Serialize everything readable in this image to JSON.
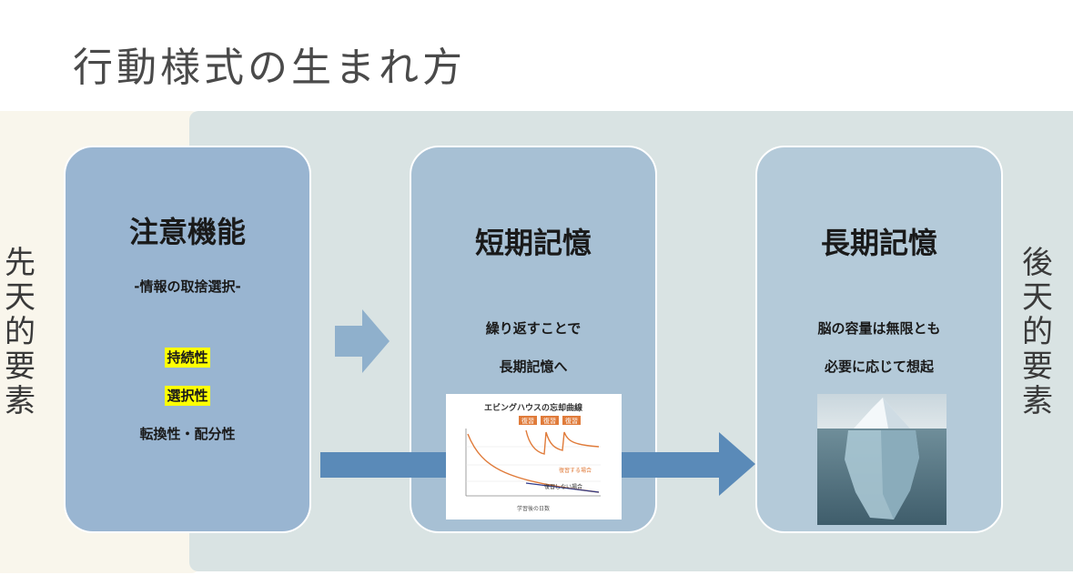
{
  "title": "行動様式の生まれ方",
  "left_label": "先天的要素",
  "right_label": "後天的要素",
  "cards": [
    {
      "title": "注意機能",
      "subtitle": "-情報の取捨選択-",
      "items": [
        "持続性",
        "選択性",
        "転換性・配分性"
      ]
    },
    {
      "title": "短期記憶",
      "lines": [
        "繰り返すことで",
        "長期記憶へ"
      ]
    },
    {
      "title": "長期記憶",
      "lines": [
        "脳の容量は無限とも",
        "必要に応じて想起"
      ]
    }
  ],
  "forgetting_curve": {
    "title": "エビングハウスの忘却曲線",
    "review_label": "復習",
    "x_axis_label": "学習後の日数",
    "reviewed_label": "復習する場合",
    "not_reviewed_label": "復習しない場合"
  },
  "colors": {
    "band": "#d9e3e3",
    "left_band": "#f9f6ec",
    "card1": "#99b5d1",
    "card2": "#a7c0d4",
    "card3": "#b4cad9",
    "arrow": "#5a8ab8",
    "highlight": "#ffff00"
  }
}
